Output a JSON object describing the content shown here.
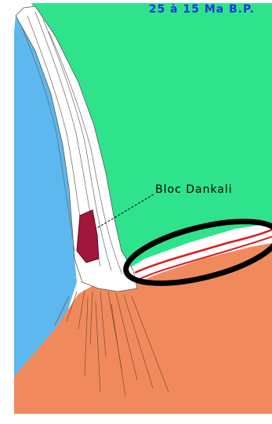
{
  "map": {
    "title": "25 à 15 Ma B.P.",
    "labels": {
      "bloc": "Bloc Dankali"
    }
  },
  "colors": {
    "sea": "#5cb8ee",
    "plateau_green": "#2fe38d",
    "lowland_orange": "#f08a5d",
    "rift_white": "#ffffff",
    "bloc_crimson": "#a3163b",
    "highlight_ellipse": "#000000",
    "fault_red": "#e11a1a",
    "title_blue": "#1a39d9"
  },
  "features": [
    {
      "id": "red-sea-water",
      "kind": "water"
    },
    {
      "id": "plateau",
      "kind": "land"
    },
    {
      "id": "lowland",
      "kind": "land"
    },
    {
      "id": "rift-zone",
      "kind": "rift"
    },
    {
      "id": "bloc-dankali",
      "kind": "crustal-block"
    },
    {
      "id": "gulf-rift-highlight",
      "kind": "highlight"
    }
  ]
}
